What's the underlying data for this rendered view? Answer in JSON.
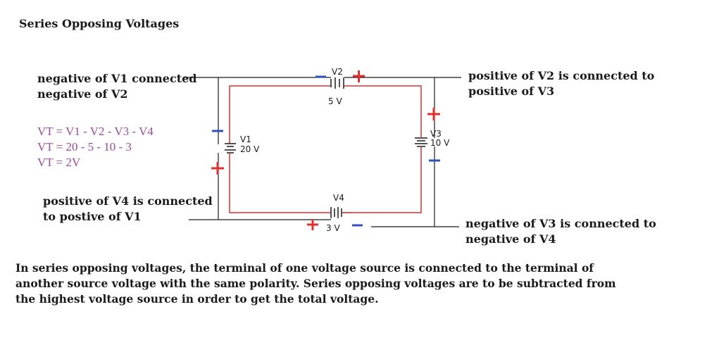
{
  "title": "Series Opposing Voltages",
  "notes": {
    "v1_v2_line1": "negative of V1 connected",
    "v1_v2_line2": "negative of V2",
    "v2_v3_line1": "positive of V2 is connected to",
    "v2_v3_line2": "positive of V3",
    "v4_v1_line1": "positive of V4 is connected",
    "v4_v1_line2": "to postive of V1",
    "v3_v4_line1": "negative of V3 is connected to",
    "v3_v4_line2": "negative of V4"
  },
  "equations": [
    "VT = V1 - V2 - V3 - V4",
    "VT = 20 - 5 - 10 - 3",
    "VT = 2V"
  ],
  "sources": {
    "v1": {
      "name": "V1",
      "value": "20 V"
    },
    "v2": {
      "name": "V2",
      "value": "5 V"
    },
    "v3": {
      "name": "V3",
      "value": "10 V"
    },
    "v4": {
      "name": "V4",
      "value": "3 V"
    }
  },
  "description": [
    "In series opposing voltages, the terminal of one voltage source is connected to the terminal of",
    "another source voltage with the same polarity. Series opposing voltages are to be subtracted from",
    "the highest voltage source in order to get the total voltage."
  ],
  "colors": {
    "positive": "#e03030",
    "negative": "#3050c0",
    "loop": "#e03030",
    "equation": "#9a4a9a"
  }
}
